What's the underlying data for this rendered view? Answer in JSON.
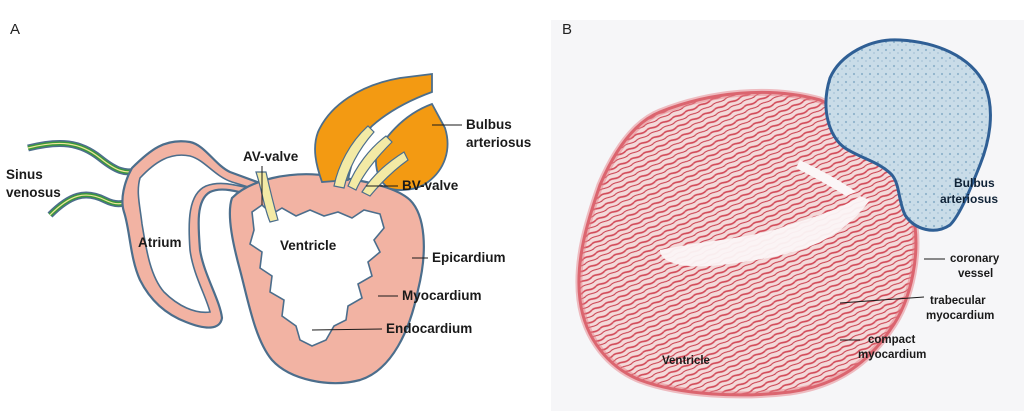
{
  "panels": {
    "a": {
      "letter": "A",
      "labels": {
        "sinus_line1": "Sinus",
        "sinus_line2": "venosus",
        "atrium": "Atrium",
        "av_valve": "AV-valve",
        "ventricle": "Ventricle",
        "bulbus_line1": "Bulbus",
        "bulbus_line2": "arteriosus",
        "bv_valve": "BV-valve",
        "epicardium": "Epicardium",
        "myocardium": "Myocardium",
        "endocardium": "Endocardium"
      }
    },
    "b": {
      "letter": "B",
      "labels": {
        "bulbus_line1": "Bulbus",
        "bulbus_line2": "arteriosus",
        "coronary_line1": "coronary",
        "coronary_line2": "vessel",
        "trabecular_line1": "trabecular",
        "trabecular_line2": "myocardium",
        "compact_line1": "compact",
        "compact_line2": "myocardium",
        "ventricle": "Ventricle"
      }
    }
  },
  "colors": {
    "myocardium_fill": "#f2b3a3",
    "epicardium_stroke": "#4c6e8c",
    "bulbus_fill": "#f39a12",
    "valve_fill": "#f3eaa5",
    "sinus_green": "#3a9a3a",
    "histology_pink": "#d9535f",
    "histology_blue": "#8fb3cc"
  }
}
